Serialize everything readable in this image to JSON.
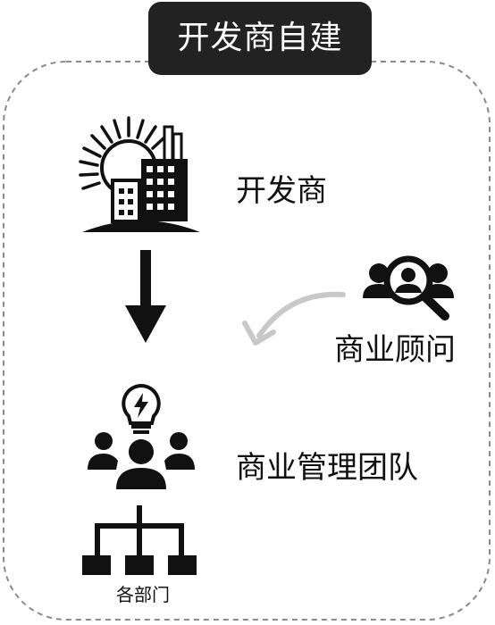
{
  "title": "开发商自建",
  "nodes": {
    "developer": {
      "label": "开发商",
      "icon": "city-buildings-sun-icon"
    },
    "consultant": {
      "label": "商业顾问",
      "icon": "people-search-icon"
    },
    "team": {
      "label": "商业管理团队",
      "icon": "team-idea-icon"
    },
    "departments": {
      "label": "各部门",
      "icon": "org-chart-icon"
    }
  },
  "colors": {
    "badge_bg": "#222222",
    "badge_text": "#ffffff",
    "icon": "#111111",
    "dashed_frame": "#8a8a8a",
    "curved_arrow": "#c8c8c8"
  }
}
